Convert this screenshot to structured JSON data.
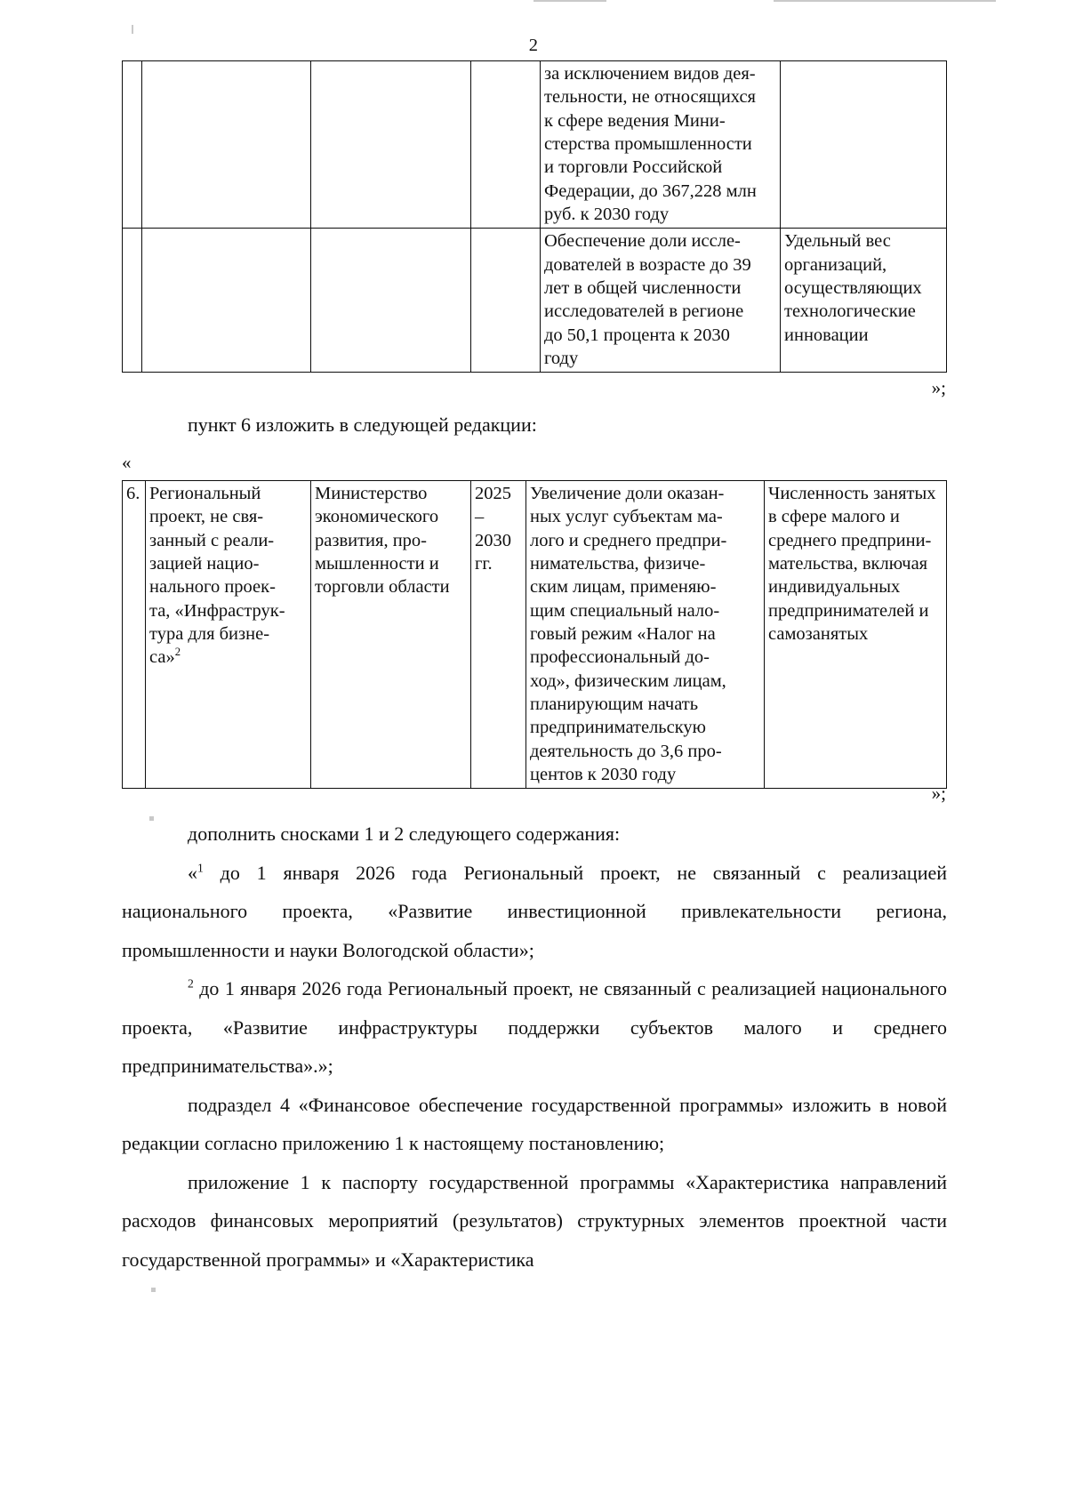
{
  "document": {
    "page_number": "2",
    "language": "ru"
  },
  "table_one": {
    "quote_close": "»;",
    "rows": [
      {
        "col1": "",
        "col2": "",
        "col3": "",
        "col4": "за исключением видов дея-\nтельности, не относящихся\nк сфере ведения Мини-\nстерства промышленности\nи торговли Российской\nФедерации, до 367,228 млн\nруб. к 2030 году",
        "col5": ""
      },
      {
        "col1": "",
        "col2": "",
        "col3": "",
        "col4": "Обеспечение доли иссле-\nдователей в возрасте до 39\nлет в общей численности\nисследователей в регионе\nдо 50,1 процента к 2030\nгоду",
        "col5": "Удельный вес\nорганизаций,\nосуществляющих\nтехнологические\nинновации"
      }
    ]
  },
  "intro_line": {
    "text": "пункт 6 изложить в следующей редакции:"
  },
  "table_two": {
    "quote_open": "«",
    "quote_close": "»;",
    "row": {
      "number": "6.",
      "name": "Региональный\nпроект, не свя-\nзанный с реали-\nзацией нацио-\nнального проек-\nта, «Инфраструк-\nтура для бизне-\nса»",
      "name_superscript": "2",
      "responsible": "Министерство\nэкономического\nразвития, про-\nмышленности и\nторговли области",
      "period": "2025 –\n2030\nгг.",
      "result": "Увеличение доли оказан-\nных услуг субъектам ма-\nлого и среднего предпри-\nнимательства, физиче-\nским лицам, применяю-\nщим специальный нало-\nговый режим «Налог на\nпрофессиональный до-\nход», физическим лицам,\nпланирующим начать\nпредпринимательскую\nдеятельность до 3,6 про-\nцентов к 2030 году",
      "indicator": "Численность занятых\nв сфере малого и\nсреднего предприни-\nмательства, включая\nиндивидуальных\nпредпринимателей и\nсамозанятых"
    }
  },
  "body": {
    "paragraph_1": "дополнить сносками 1 и 2 следующего содержания:",
    "paragraph_2_prefix": "«",
    "paragraph_2_sup": "1",
    "paragraph_2": " до 1 января 2026 года Региональный проект, не связанный с реализацией национального проекта, «Развитие инвестиционной привлекательности региона, промышленности и науки Вологодской области»;",
    "paragraph_3_sup": "2",
    "paragraph_3": " до 1 января 2026 года Региональный проект, не связанный с реализацией национального проекта, «Развитие инфраструктуры поддержки субъектов малого и среднего предпринимательства».»;",
    "paragraph_4": "подраздел 4 «Финансовое обеспечение государственной программы» изложить в новой редакции согласно приложению 1 к настоящему постановлению;",
    "paragraph_5": "приложение 1 к паспорту государственной программы «Характеристика направлений расходов финансовых мероприятий (результатов) структурных элементов проектной части государственной программы» и «Характеристика"
  }
}
